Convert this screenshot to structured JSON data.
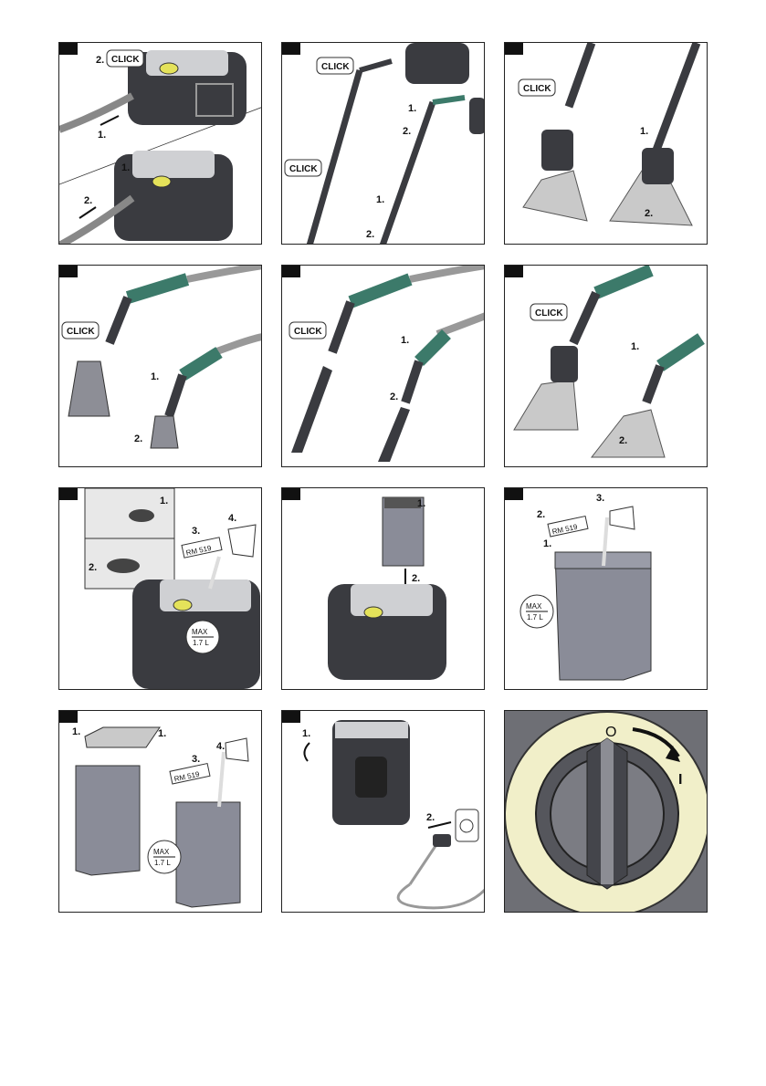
{
  "click": "CLICK",
  "steps": {
    "s1": "1.",
    "s2": "2.",
    "s3": "3.",
    "s4": "4."
  },
  "detergent": "RM 519",
  "max_label": "MAX",
  "max_volume": "1.7 L",
  "switch": {
    "off": "O",
    "on": "I"
  },
  "colors": {
    "body": "#3a3b40",
    "accent": "#3c7a6a",
    "tank": "#8a8c98",
    "ring": "#f1efc9"
  }
}
